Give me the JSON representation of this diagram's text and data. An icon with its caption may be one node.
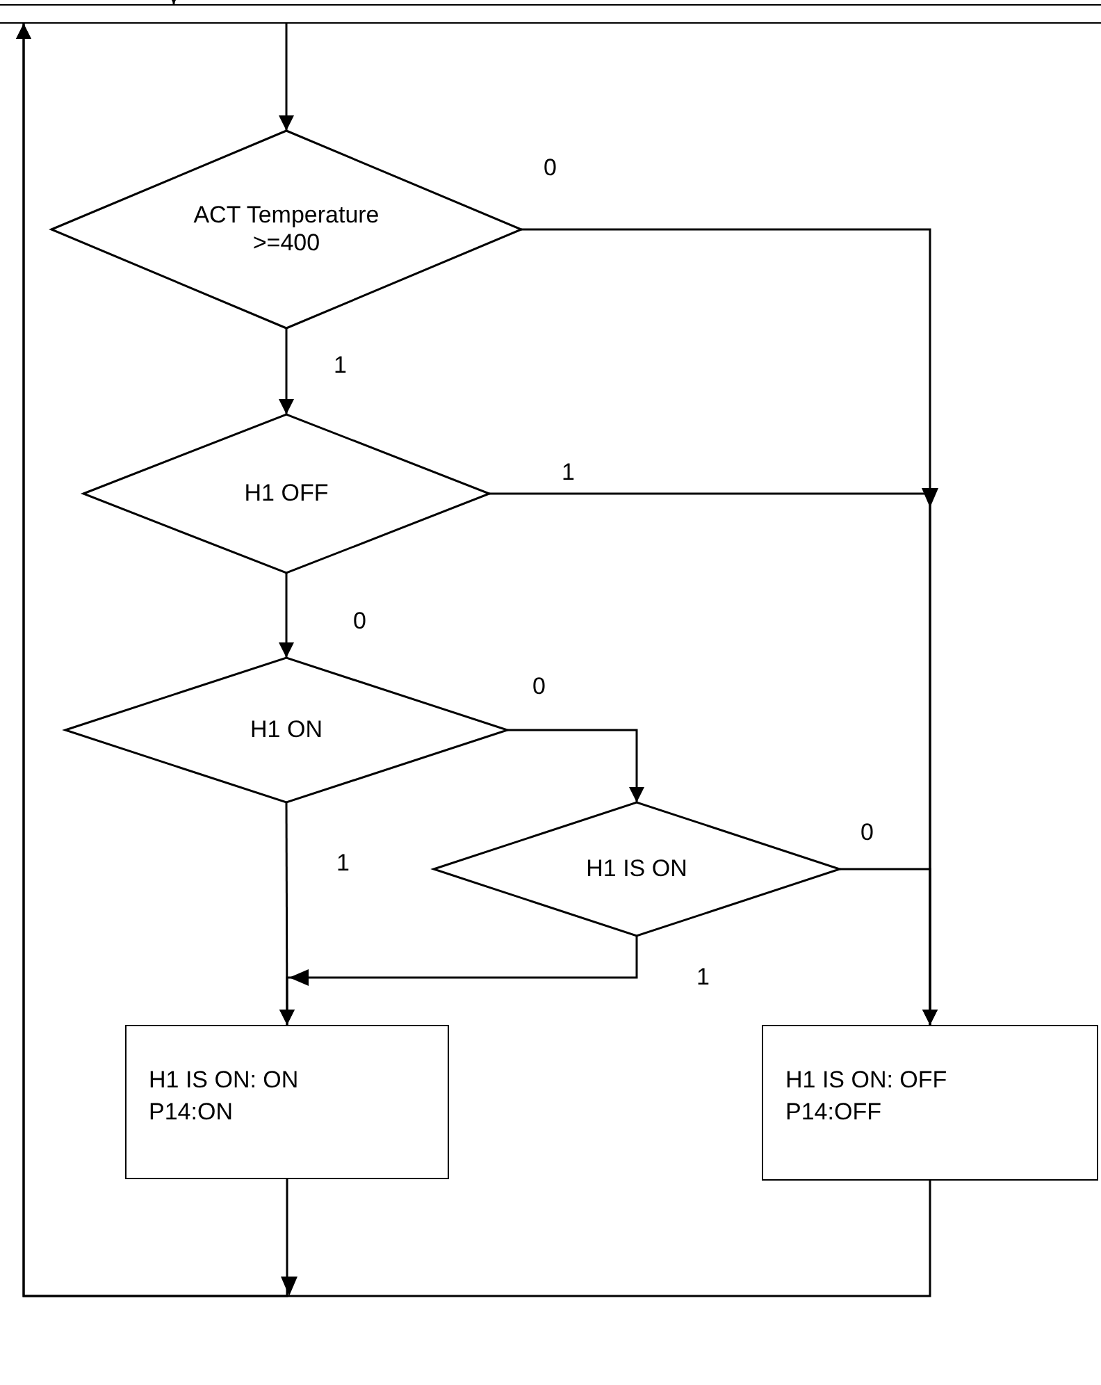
{
  "diagram": {
    "nodes": [
      {
        "text": [],
        "shape": "bar"
      },
      {
        "text": [
          "ACT Temperature >=400"
        ]
      },
      {
        "text": [
          "H1 OFF"
        ]
      },
      {
        "text": [
          "H1 ON"
        ]
      },
      {
        "text": [
          "H1 IS ON"
        ]
      },
      {
        "text": [
          "H1 IS ON: ON P14:ON"
        ]
      },
      {
        "text": [
          "H1 IS ON: OFF P14:OFF"
        ]
      }
    ],
    "edges": [
      {
        "from": null,
        "to": 0,
        "arrow": "to"
      },
      {
        "from": 0,
        "to": 1,
        "arrow": "to"
      },
      {
        "from": 1,
        "to": 2,
        "arrow": "to",
        "label": "1"
      },
      {
        "from": 1,
        "to": 6,
        "arrow": "to",
        "label": "0"
      },
      {
        "from": 2,
        "to": 6,
        "arrow": "to",
        "label": "1"
      },
      {
        "from": 2,
        "to": 3,
        "arrow": "to",
        "label": "0"
      },
      {
        "from": 3,
        "to": 4,
        "arrow": "to",
        "label": "0"
      },
      {
        "from": 3,
        "to": 5,
        "arrow": "to",
        "label": "1"
      },
      {
        "from": 4,
        "to": 6,
        "arrow": "to",
        "label": "0"
      },
      {
        "from": 4,
        "to": 5,
        "arrow": "to",
        "label": "1"
      },
      {
        "from": 5,
        "to": 0,
        "arrow": "to"
      },
      {
        "from": 6,
        "to": 0,
        "arrow": "to"
      }
    ]
  }
}
